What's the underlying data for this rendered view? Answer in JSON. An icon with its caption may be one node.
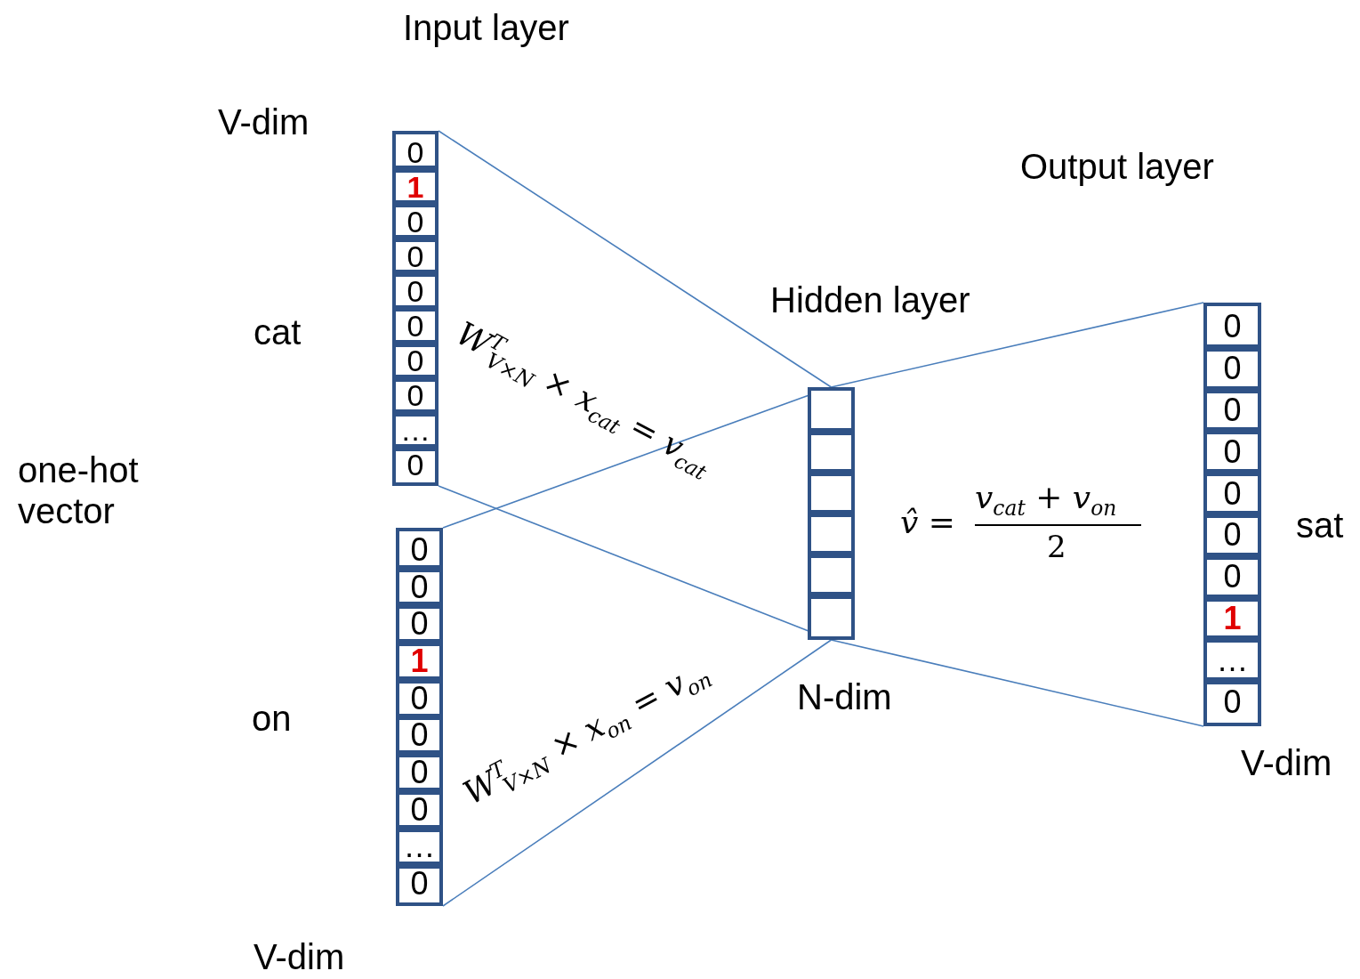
{
  "diagram": {
    "nodes": [
      {
        "text": [],
        "shape": "box"
      },
      {
        "text": [
          "0"
        ],
        "in": 0
      },
      {
        "text": [
          "1"
        ],
        "in": 0
      },
      {
        "text": [
          "0"
        ],
        "in": 0
      },
      {
        "text": [
          "0"
        ],
        "in": 0
      },
      {
        "text": [
          "0"
        ],
        "in": 0
      },
      {
        "text": [
          "0"
        ],
        "in": 0
      },
      {
        "text": [
          "0"
        ],
        "in": 0
      },
      {
        "text": [
          "0"
        ],
        "in": 0
      },
      {
        "text": [
          "…"
        ],
        "in": 0
      },
      {
        "text": [
          "0"
        ],
        "in": 0
      },
      {
        "text": [],
        "shape": "box"
      },
      {
        "text": [
          "0"
        ],
        "in": 11
      },
      {
        "text": [
          "0"
        ],
        "in": 11
      },
      {
        "text": [
          "0"
        ],
        "in": 11
      },
      {
        "text": [
          "1"
        ],
        "in": 11
      },
      {
        "text": [
          "0"
        ],
        "in": 11
      },
      {
        "text": [
          "0"
        ],
        "in": 11
      },
      {
        "text": [
          "0"
        ],
        "in": 11
      },
      {
        "text": [
          "0"
        ],
        "in": 11
      },
      {
        "text": [
          "…"
        ],
        "in": 11
      },
      {
        "text": [
          "0"
        ],
        "in": 11
      },
      {
        "text": [],
        "shape": "box"
      },
      {
        "text": [],
        "shape": "box",
        "in": 22
      },
      {
        "text": [],
        "shape": "box",
        "in": 22
      },
      {
        "text": [],
        "shape": "box",
        "in": 22
      },
      {
        "text": [],
        "shape": "box",
        "in": 22
      },
      {
        "text": [],
        "shape": "box",
        "in": 22
      },
      {
        "text": [],
        "shape": "box",
        "in": 22
      },
      {
        "text": [],
        "shape": "box"
      },
      {
        "text": [
          "0"
        ],
        "in": 29
      },
      {
        "text": [
          "0"
        ],
        "in": 29
      },
      {
        "text": [
          "0"
        ],
        "in": 29
      },
      {
        "text": [
          "0"
        ],
        "in": 29
      },
      {
        "text": [
          "0"
        ],
        "in": 29
      },
      {
        "text": [
          "0"
        ],
        "in": 29
      },
      {
        "text": [
          "0"
        ],
        "in": 29
      },
      {
        "text": [
          "1"
        ],
        "in": 29
      },
      {
        "text": [
          "…"
        ],
        "in": 29
      },
      {
        "text": [
          "0"
        ],
        "in": 29
      }
    ],
    "edges": [
      {
        "from": 0,
        "to": 22,
        "arrow": "none"
      },
      {
        "from": 0,
        "to": 22,
        "arrow": "none"
      },
      {
        "from": 11,
        "to": 22,
        "arrow": "none"
      },
      {
        "from": 11,
        "to": 22,
        "arrow": "none"
      },
      {
        "from": 22,
        "to": 29,
        "arrow": "none"
      },
      {
        "from": 22,
        "to": 29,
        "arrow": "none"
      }
    ],
    "labels": [
      "Input layer",
      "V-dim",
      "Output layer",
      "Hidden layer",
      "cat",
      "W$^{T}$$_{V×N}$ × x$_{cat}$ = v$_{cat}$",
      "one-hot vector",
      "v̂ =",
      "v$_{cat}$ + v$_{on}$",
      "2",
      "sat",
      "W$^{T}$$_{V×N}$ × x$_{on}$ = v$_{on}$",
      "N-dim",
      "on",
      "V-dim",
      "V-dim"
    ]
  }
}
